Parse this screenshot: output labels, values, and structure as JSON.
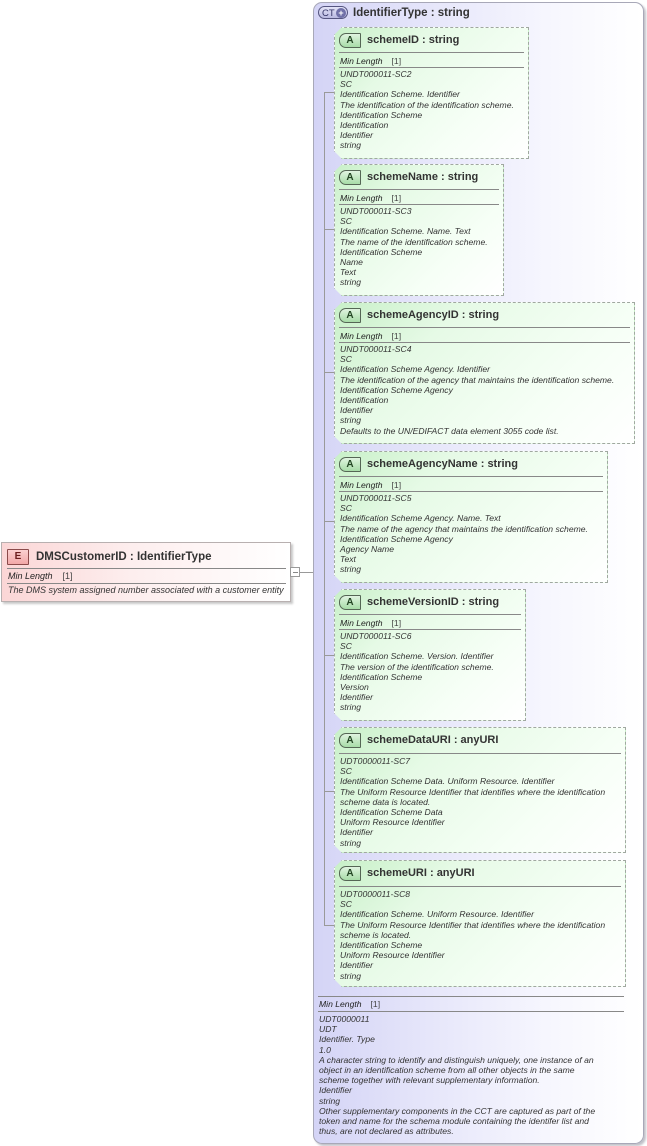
{
  "element": {
    "badge": "E",
    "title": "DMSCustomerID : IdentifierType",
    "facet_label": "Min Length",
    "facet_value": "[1]",
    "documentation": "The DMS system assigned number associated with a customer entity"
  },
  "complex_type": {
    "badge": "CT",
    "badge_icon": "plus-icon",
    "title": "IdentifierType : string",
    "facet_label": "Min Length",
    "facet_value": "[1]",
    "documentation_lines": [
      "UDT0000011",
      "UDT",
      "Identifier. Type",
      "1.0",
      "A character string to identify and distinguish uniquely, one instance of an",
      "object in an identification scheme from all other objects in the same",
      "scheme together with relevant supplementary information.",
      "Identifier",
      "string",
      "Other supplementary components in the CCT are captured as part of the",
      "token and name for the schema module containing the identifer list and",
      "thus, are not declared as attributes."
    ]
  },
  "attributes": [
    {
      "badge": "A",
      "title": "schemeID : string",
      "facet_label": "Min Length",
      "facet_value": "[1]",
      "lines": [
        "UNDT000011-SC2",
        "SC",
        "Identification Scheme. Identifier",
        "The identification of the identification scheme.",
        "Identification Scheme",
        "Identification",
        "Identifier",
        "string"
      ]
    },
    {
      "badge": "A",
      "title": "schemeName : string",
      "facet_label": "Min Length",
      "facet_value": "[1]",
      "lines": [
        "UNDT000011-SC3",
        "SC",
        "Identification Scheme. Name. Text",
        "The name of the identification scheme.",
        "Identification Scheme",
        "Name",
        "Text",
        "string"
      ]
    },
    {
      "badge": "A",
      "title": "schemeAgencyID : string",
      "facet_label": "Min Length",
      "facet_value": "[1]",
      "lines": [
        "UNDT000011-SC4",
        "SC",
        "Identification Scheme Agency. Identifier",
        "The identification of the agency that maintains the identification scheme.",
        "Identification Scheme Agency",
        "Identification",
        "Identifier",
        "string",
        "Defaults to the UN/EDIFACT data element 3055 code list."
      ]
    },
    {
      "badge": "A",
      "title": "schemeAgencyName : string",
      "facet_label": "Min Length",
      "facet_value": "[1]",
      "lines": [
        "UNDT000011-SC5",
        "SC",
        "Identification Scheme Agency. Name. Text",
        "The name of the agency that maintains the identification scheme.",
        "Identification Scheme Agency",
        "Agency Name",
        "Text",
        "string"
      ]
    },
    {
      "badge": "A",
      "title": "schemeVersionID : string",
      "facet_label": "Min Length",
      "facet_value": "[1]",
      "lines": [
        "UNDT000011-SC6",
        "SC",
        "Identification Scheme. Version. Identifier",
        "The version of the identification scheme.",
        "Identification Scheme",
        "Version",
        "Identifier",
        "string"
      ]
    },
    {
      "badge": "A",
      "title": "schemeDataURI : anyURI",
      "lines": [
        "UDT0000011-SC7",
        "SC",
        "Identification Scheme Data. Uniform Resource. Identifier",
        "The Uniform Resource Identifier that identifies where the identification",
        "scheme data is located.",
        "Identification Scheme Data",
        "Uniform Resource Identifier",
        "Identifier",
        "string"
      ]
    },
    {
      "badge": "A",
      "title": "schemeURI : anyURI",
      "lines": [
        "UDT0000011-SC8",
        "SC",
        "Identification Scheme. Uniform Resource. Identifier",
        "The Uniform Resource Identifier that identifies where the identification",
        "scheme is located.",
        "Identification Scheme",
        "Uniform Resource Identifier",
        "Identifier",
        "string"
      ]
    }
  ]
}
